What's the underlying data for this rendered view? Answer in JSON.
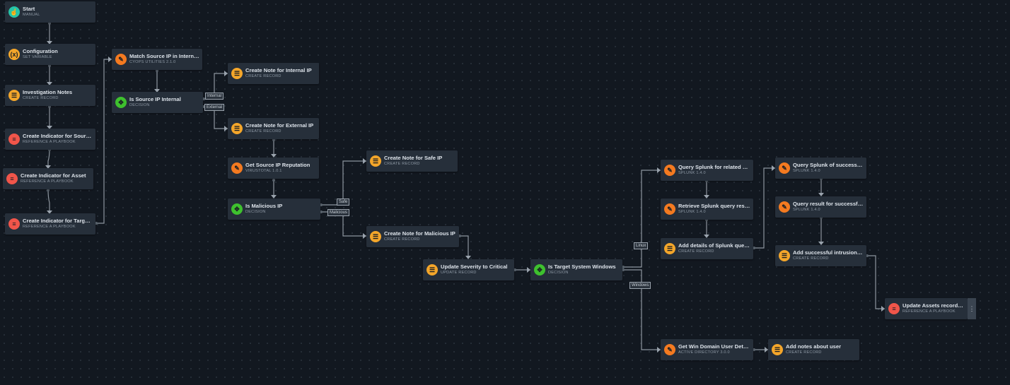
{
  "nodes": {
    "start": {
      "title": "Start",
      "subtitle": "MANUAL",
      "icon": "start-icon"
    },
    "configuration": {
      "title": "Configuration",
      "subtitle": "SET VARIABLE",
      "icon": "variable-icon"
    },
    "investigation_notes": {
      "title": "Investigation Notes",
      "subtitle": "CREATE RECORD",
      "icon": "record-icon"
    },
    "indicator_source": {
      "title": "Create Indicator for Source IP",
      "subtitle": "REFERENCE A PLAYBOOK",
      "icon": "playbook-icon"
    },
    "indicator_asset": {
      "title": "Create Indicator for Asset",
      "subtitle": "REFERENCE A PLAYBOOK",
      "icon": "playbook-icon"
    },
    "indicator_target": {
      "title": "Create Indicator for Target System",
      "subtitle": "REFERENCE A PLAYBOOK",
      "icon": "playbook-icon"
    },
    "match_source_ip": {
      "title": "Match Source IP in Internal Range",
      "subtitle": "CYOPS UTILITIES 2.1.0",
      "icon": "connector-icon"
    },
    "is_source_internal": {
      "title": "Is Source IP Internal",
      "subtitle": "DECISION",
      "icon": "decision-icon"
    },
    "note_internal": {
      "title": "Create Note for Internal IP",
      "subtitle": "CREATE RECORD",
      "icon": "record-icon"
    },
    "note_external": {
      "title": "Create Note for External IP",
      "subtitle": "CREATE RECORD",
      "icon": "record-icon"
    },
    "get_reputation": {
      "title": "Get Source IP Reputation",
      "subtitle": "VIRUSTOTAL 1.0.1",
      "icon": "connector-icon"
    },
    "is_malicious": {
      "title": "Is Malicious IP",
      "subtitle": "DECISION",
      "icon": "decision-icon"
    },
    "note_safe": {
      "title": "Create Note for Safe IP",
      "subtitle": "CREATE RECORD",
      "icon": "record-icon"
    },
    "note_malicious": {
      "title": "Create Note for Malicious IP",
      "subtitle": "CREATE RECORD",
      "icon": "record-icon"
    },
    "update_severity": {
      "title": "Update Severity to Critical",
      "subtitle": "UPDATE RECORD",
      "icon": "record-icon"
    },
    "is_target_windows": {
      "title": "Is Target System Windows",
      "subtitle": "DECISION",
      "icon": "decision-icon"
    },
    "query_splunk_related": {
      "title": "Query Splunk for related events",
      "subtitle": "SPLUNK 1.4.0",
      "icon": "connector-icon"
    },
    "retrieve_splunk": {
      "title": "Retrieve Splunk query results",
      "subtitle": "SPLUNK 1.4.0",
      "icon": "connector-icon"
    },
    "add_splunk_details": {
      "title": "Add details of Splunk query results",
      "subtitle": "CREATE RECORD",
      "icon": "record-icon"
    },
    "query_splunk_successful": {
      "title": "Query Splunk of successful intrusion",
      "subtitle": "SPLUNK 1.4.0",
      "icon": "connector-icon"
    },
    "query_result_successful": {
      "title": "Query result for successful intrusion",
      "subtitle": "SPLUNK 1.4.0",
      "icon": "connector-icon"
    },
    "add_intrusion": {
      "title": "Add successful intrusion details",
      "subtitle": "CREATE RECORD",
      "icon": "record-icon"
    },
    "update_assets": {
      "title": "Update Assets records for Target",
      "subtitle": "REFERENCE A PLAYBOOK",
      "icon": "playbook-icon"
    },
    "get_win_user": {
      "title": "Get Win Domain User Details",
      "subtitle": "ACTIVE DIRECTORY 3.0.0",
      "icon": "connector-icon"
    },
    "add_notes_user": {
      "title": "Add notes about user",
      "subtitle": "CREATE RECORD",
      "icon": "record-icon"
    }
  },
  "edge_labels": {
    "internal": "Internal",
    "external": "External",
    "safe": "Safe",
    "malicious": "Malicious",
    "linux": "Linux",
    "windows": "Windows"
  },
  "colors": {
    "canvas": "#121820",
    "node": "#262f3a",
    "edge": "#8d959e",
    "start": "#25c4a8",
    "record": "#f4a62a",
    "playbook": "#f0554a",
    "connector": "#f47a20",
    "decision": "#3ec12e"
  }
}
